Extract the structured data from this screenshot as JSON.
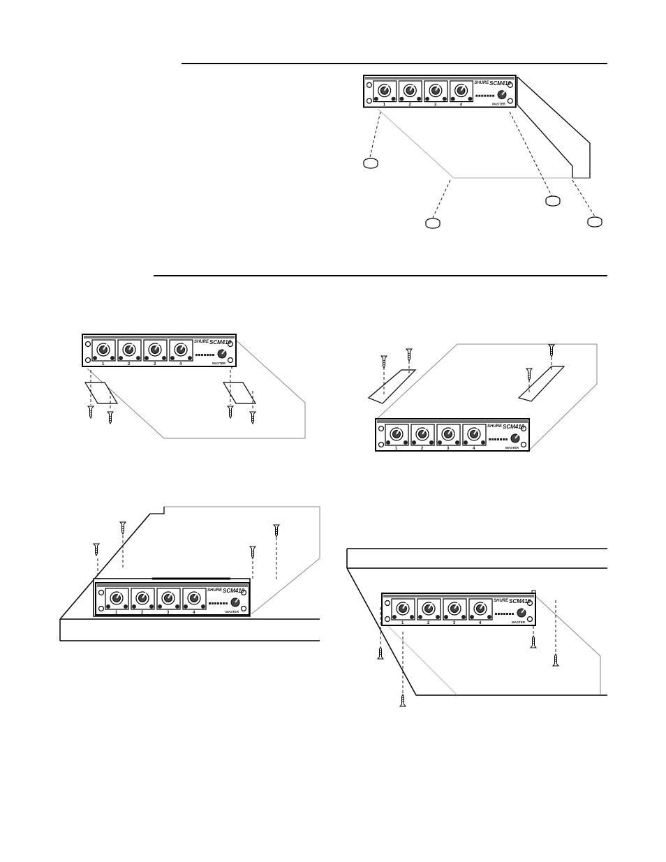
{
  "device": {
    "brand": "SHURE",
    "model": "SCM410",
    "channel_numbers": [
      "1",
      "2",
      "3",
      "4"
    ],
    "master_label": "MASTER"
  },
  "figures": [
    {
      "id": "rubber-feet"
    },
    {
      "id": "rack-ears-under"
    },
    {
      "id": "rack-ears-over"
    },
    {
      "id": "on-shelf-mount"
    },
    {
      "id": "under-shelf-mount"
    }
  ]
}
